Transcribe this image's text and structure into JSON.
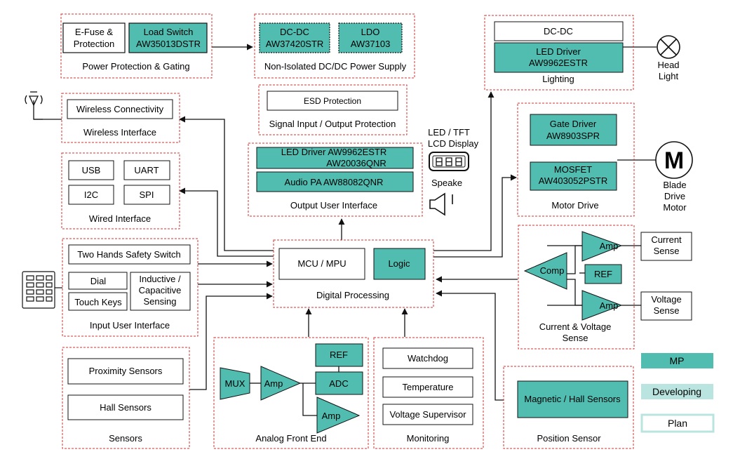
{
  "colors": {
    "mp": "#50bdb0",
    "developing": "#b9e4df",
    "plan": "#ffffff",
    "group_border": "#d43333",
    "line": "#111111"
  },
  "groups": {
    "power": {
      "label": "Power Protection & Gating",
      "efuse": [
        "E-Fuse &",
        "Protection"
      ],
      "switch": [
        "Load Switch",
        "AW35013DSTR"
      ]
    },
    "dcdc_supply": {
      "label": "Non-Isolated DC/DC Power Supply",
      "dcdc": [
        "DC-DC",
        "AW37420STR"
      ],
      "ldo": [
        "LDO",
        "AW37103"
      ]
    },
    "lighting": {
      "label": "Lighting",
      "dcdc": "DC-DC",
      "driver": [
        "LED Driver",
        "AW9962ESTR"
      ],
      "head_light": [
        "Head",
        "Light"
      ]
    },
    "wireless": {
      "label": "Wireless Interface",
      "item": "Wireless Connectivity"
    },
    "esd": {
      "label": "Signal Input / Output Protection",
      "item": "ESD Protection"
    },
    "output_ui": {
      "label": "Output User Interface",
      "led_driver": [
        "LED Driver AW9962ESTR",
        "AW20036QNR"
      ],
      "audio": "Audio PA AW88082QNR",
      "display": [
        "LED / TFT",
        "LCD Display"
      ],
      "speaker": "Speake"
    },
    "wired": {
      "label": "Wired Interface",
      "items": [
        "USB",
        "UART",
        "I2C",
        "SPI"
      ]
    },
    "motor": {
      "label": "Motor Drive",
      "gate": [
        "Gate Driver",
        "AW8903SPR"
      ],
      "mosfet": [
        "MOSFET",
        "AW403052PSTR"
      ],
      "motor_label": [
        "Blade",
        "Drive",
        "Motor"
      ],
      "motor_symbol": "M"
    },
    "input_ui": {
      "label": "Input User Interface",
      "safety": "Two Hands Safety Switch",
      "dial": "Dial",
      "touch": "Touch Keys",
      "sensing": [
        "Inductive /",
        "Capacitive",
        "Sensing"
      ]
    },
    "digital": {
      "label": "Digital Processing",
      "mcu": "MCU / MPU",
      "logic": "Logic"
    },
    "cv_sense": {
      "label": [
        "Current & Voltage",
        "Sense"
      ],
      "amp1": "Amp",
      "amp2": "Amp",
      "comp": "Comp",
      "ref": "REF",
      "current": [
        "Current",
        "Sense"
      ],
      "voltage": [
        "Voltage",
        "Sense"
      ]
    },
    "sensors": {
      "label": "Sensors",
      "proximity": "Proximity Sensors",
      "hall": "Hall Sensors"
    },
    "afe": {
      "label": "Analog Front End",
      "mux": "MUX",
      "amp": "Amp",
      "amp2": "Amp",
      "ref": "REF",
      "adc": "ADC"
    },
    "monitoring": {
      "label": "Monitoring",
      "items": [
        "Watchdog",
        "Temperature",
        "Voltage Supervisor"
      ]
    },
    "position": {
      "label": "Position Sensor",
      "item": "Magnetic / Hall Sensors"
    }
  },
  "legend": {
    "mp": "MP",
    "developing": "Developing",
    "plan": "Plan"
  }
}
